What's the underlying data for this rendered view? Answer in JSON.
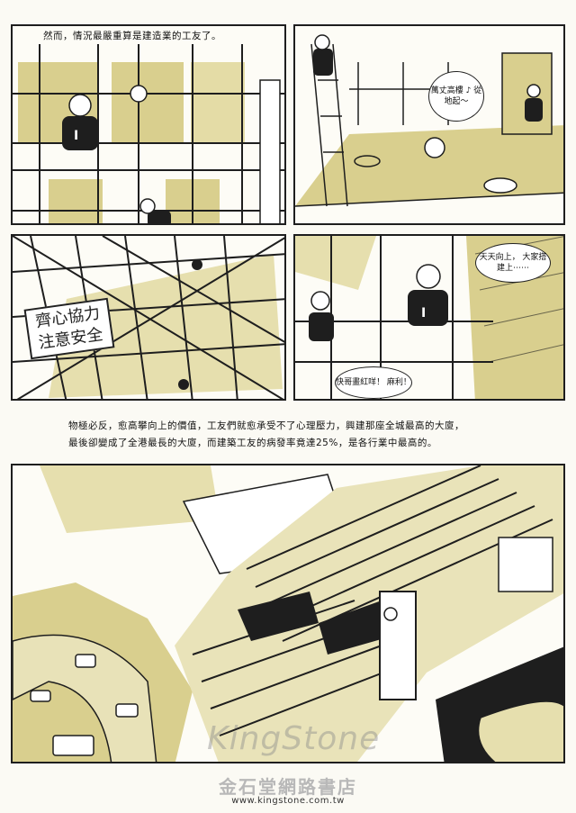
{
  "panel1": {
    "caption": "然而，情況最嚴重算是建造業的工友了。"
  },
  "panel2": {
    "bubble": "萬丈高樓 ♪ 從地起～"
  },
  "panel3": {
    "sign_text": "齊心協力 注意安全"
  },
  "panel4": {
    "bubble_top": "天天向上， 大家搭建上⋯⋯",
    "bubble_bottom": "快哥畫紅咩！ 麻利！"
  },
  "narration": {
    "line1": "物極必反，愈高攀向上的價值，工友們就愈承受不了心理壓力，興建那座全城最高的大廈，",
    "line2": "最後卻變成了全港最長的大廈，而建築工友的病發率竟達25%，是各行業中最高的。"
  },
  "footer": {
    "watermark": "KingStone",
    "shop_name": "金石堂網路書店",
    "url": "www.kingstone.com.tw"
  },
  "colors": {
    "ink": "#1e1e1e",
    "ochre": "#d9cf8e",
    "paper": "#fbfaf4"
  }
}
